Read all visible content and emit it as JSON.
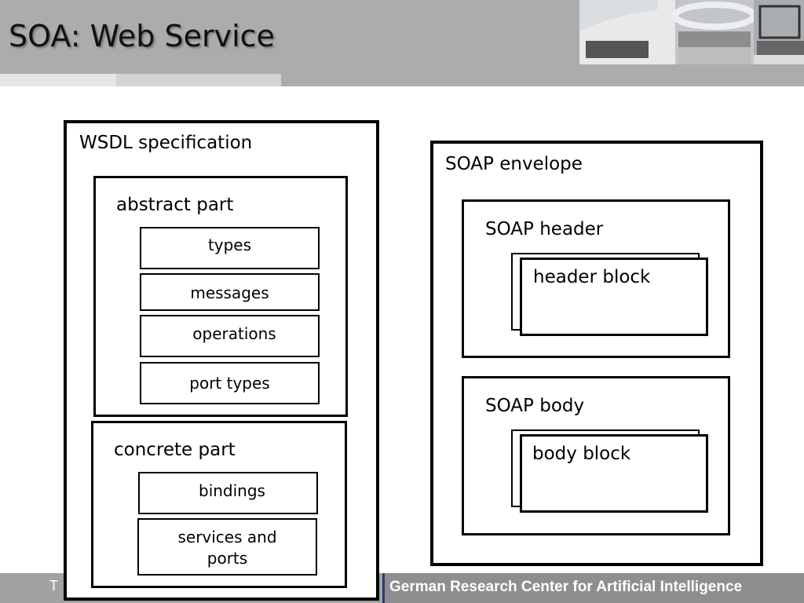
{
  "slide": {
    "title": "SOA: Web Service",
    "footer_left": "T",
    "footer_right": "German Research Center for Artificial Intelligence"
  },
  "wsdl": {
    "title": "WSDL specification",
    "abstract": {
      "title": "abstract part",
      "items": [
        "types",
        "messages",
        "operations",
        "port types"
      ]
    },
    "concrete": {
      "title": "concrete part",
      "items": [
        "bindings",
        "services and ports"
      ]
    }
  },
  "soap": {
    "title": "SOAP envelope",
    "header": {
      "title": "SOAP header",
      "block": "header block"
    },
    "body": {
      "title": "SOAP body",
      "block": "body block"
    }
  }
}
